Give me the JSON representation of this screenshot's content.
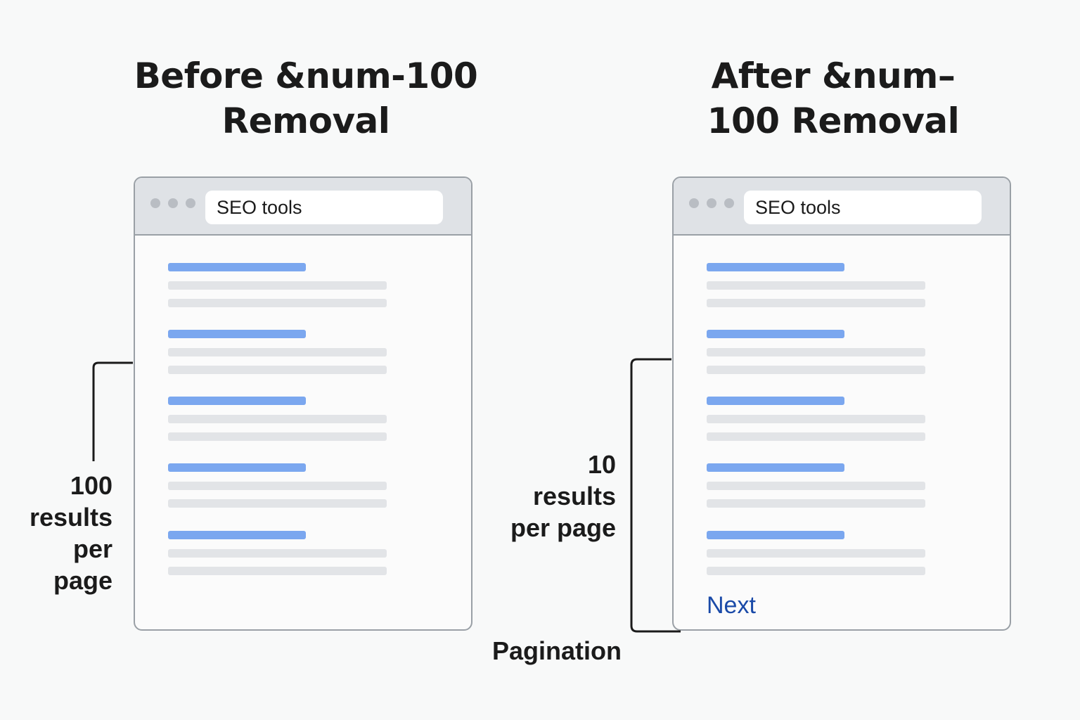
{
  "before": {
    "title": "Before &num-100\nRemoval",
    "search_query": "SEO tools",
    "label": "100\nresults\nper\npage"
  },
  "after": {
    "title": "After &num–\n100 Removal",
    "search_query": "SEO tools",
    "label": "10\nresults\nper page",
    "next_link": "Next",
    "pagination_label": "Pagination"
  },
  "colors": {
    "result_title": "#7ba7ef",
    "result_line": "#e2e4e7",
    "link": "#1a4aa8",
    "frame": "#9aa0a6",
    "chrome": "#dfe2e6"
  }
}
